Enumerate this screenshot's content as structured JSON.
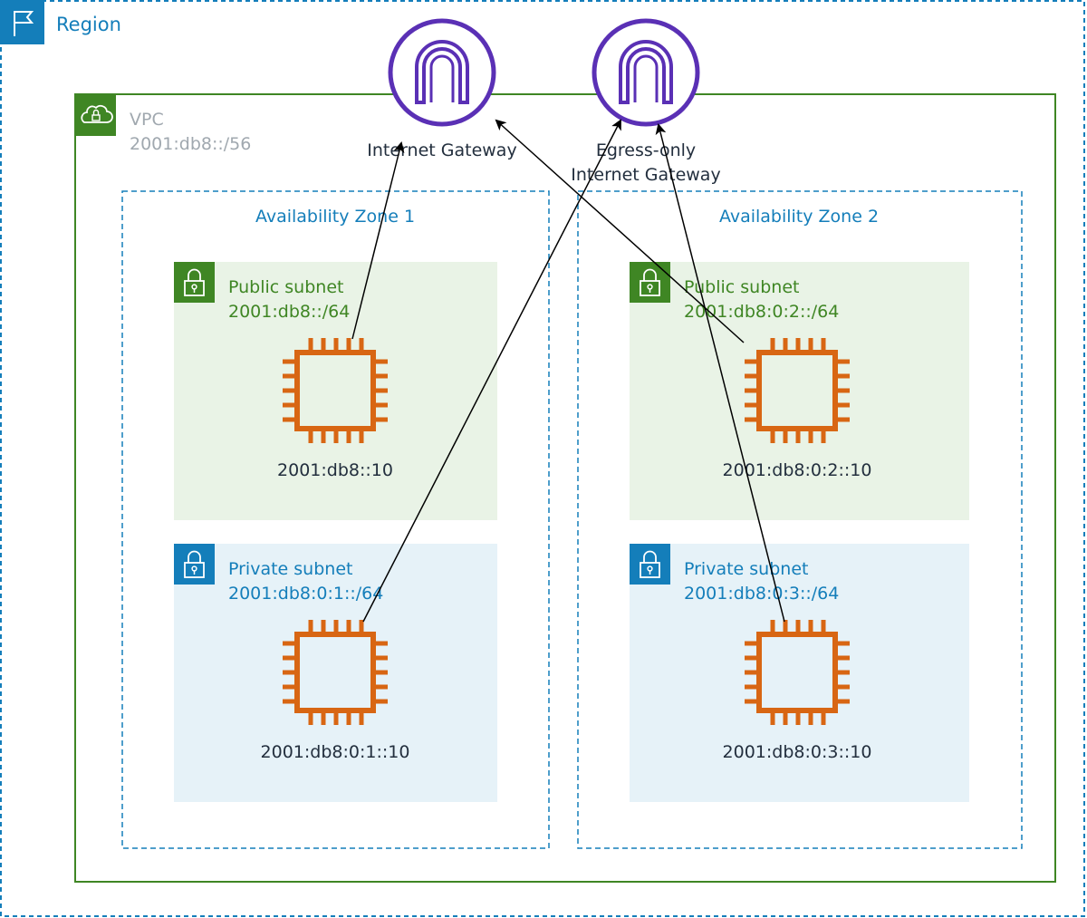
{
  "region": {
    "label": "Region"
  },
  "vpc": {
    "label": "VPC",
    "cidr": "2001:db8::/56"
  },
  "gateways": {
    "igw": {
      "label": "Internet Gateway"
    },
    "eigw": {
      "label_line1": "Egress-only",
      "label_line2": "Internet Gateway"
    }
  },
  "zones": [
    {
      "label": "Availability Zone 1",
      "public_subnet": {
        "label": "Public subnet",
        "cidr": "2001:db8::/64",
        "instance_ip": "2001:db8::10"
      },
      "private_subnet": {
        "label": "Private subnet",
        "cidr": "2001:db8:0:1::/64",
        "instance_ip": "2001:db8:0:1::10"
      }
    },
    {
      "label": "Availability Zone 2",
      "public_subnet": {
        "label": "Public subnet",
        "cidr": "2001:db8:0:2::/64",
        "instance_ip": "2001:db8:0:2::10"
      },
      "private_subnet": {
        "label": "Private subnet",
        "cidr": "2001:db8:0:3::/64",
        "instance_ip": "2001:db8:0:3::10"
      }
    }
  ],
  "colors": {
    "region": "#147EBA",
    "vpc": "#3F8624",
    "vpc_text": "#A0A8AF",
    "zone": "#147EBA",
    "public_fill": "#E9F3E6",
    "public": "#3F8624",
    "private_fill": "#E6F2F8",
    "private": "#147EBA",
    "instance": "#D86613",
    "gateway": "#5A30B5",
    "text": "#232F3E"
  }
}
